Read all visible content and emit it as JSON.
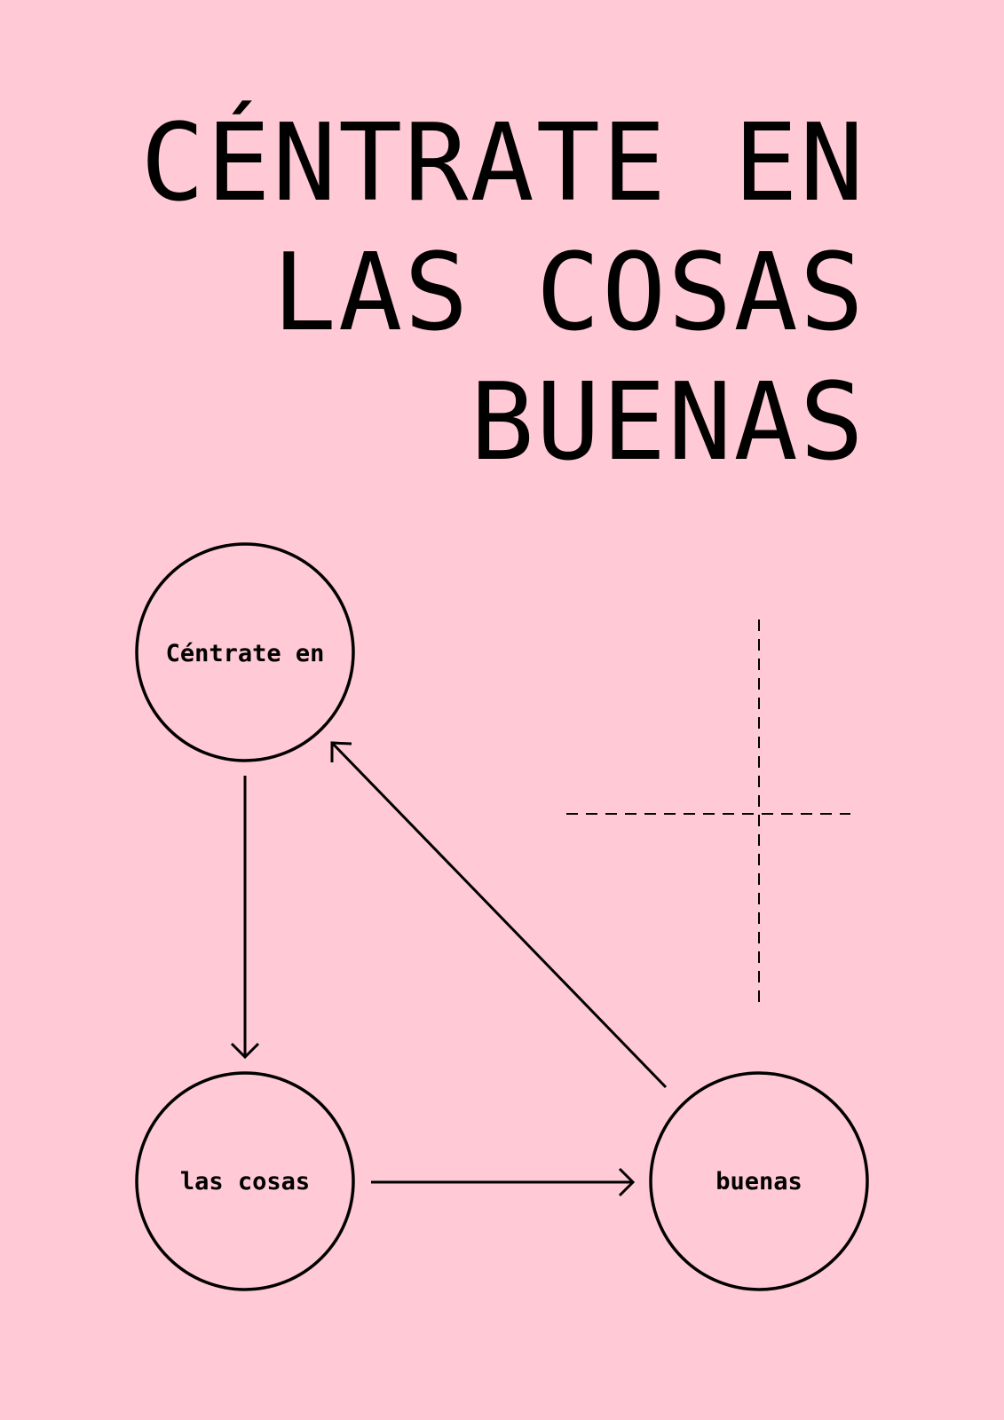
{
  "colors": {
    "background": "#ffc9d6",
    "ink": "#000000"
  },
  "headline": {
    "lines": [
      "CÉNTRATE EN",
      "LAS COSAS",
      "BUENAS"
    ]
  },
  "diagram": {
    "nodes": [
      {
        "id": "centrate",
        "label": "Céntrate en"
      },
      {
        "id": "cosas",
        "label": "las cosas"
      },
      {
        "id": "buenas",
        "label": "buenas"
      }
    ],
    "edges": [
      {
        "from": "centrate",
        "to": "cosas"
      },
      {
        "from": "cosas",
        "to": "buenas"
      },
      {
        "from": "buenas",
        "to": "centrate"
      }
    ]
  }
}
